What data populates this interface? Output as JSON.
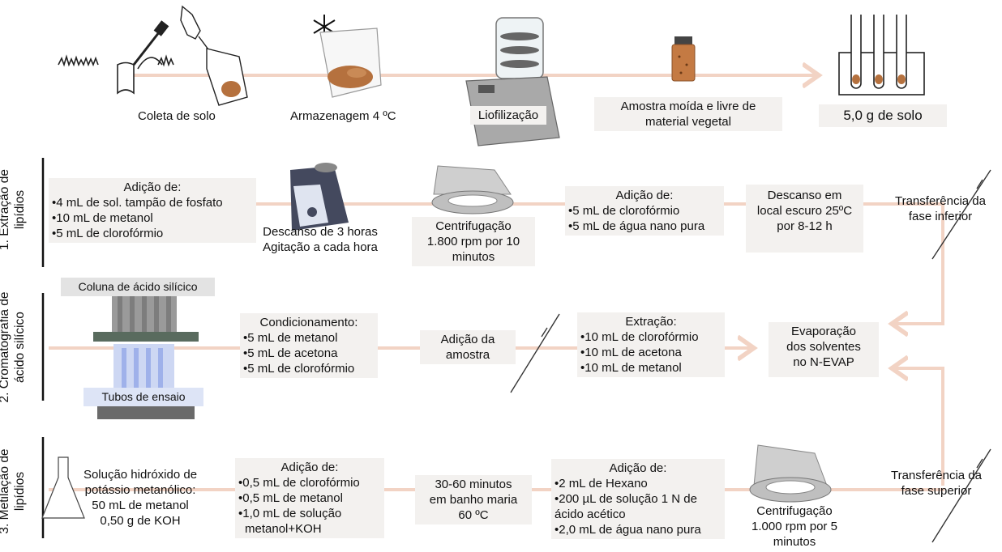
{
  "top_row": {
    "steps": [
      {
        "label": "Coleta de solo"
      },
      {
        "label": "Armazenagem 4 ºC"
      },
      {
        "label": "Liofilização"
      },
      {
        "lines": [
          "Amostra moída e livre de",
          "material vegetal"
        ]
      },
      {
        "label": "5,0 g de solo"
      }
    ]
  },
  "section1": {
    "title_lines": [
      "1. Extração de",
      "lipídios"
    ],
    "box_a": {
      "lines": [
        "Adição de:"
      ],
      "bullets": [
        "•4 mL de sol. tampão de fosfato",
        "•10 mL de metanol",
        "•5 mL de clorofórmio"
      ]
    },
    "box_b": {
      "lines": [
        "Descanso de 3 horas",
        "Agitação a cada hora"
      ]
    },
    "box_c": {
      "lines": [
        "Centrifugação",
        "1.800 rpm por 10",
        "minutos"
      ]
    },
    "box_d": {
      "lines": [
        "Adição de:"
      ],
      "bullets": [
        "•5 mL de clorofórmio",
        "•5 mL de água nano pura"
      ]
    },
    "box_e": {
      "lines": [
        "Descanso em",
        "local escuro 25ºC",
        "por 8-12 h"
      ]
    },
    "box_f": {
      "lines": [
        "Transferência da",
        "fase inferior"
      ]
    }
  },
  "section2": {
    "title_lines": [
      "2. Cromatografia de",
      "ácido silícico"
    ],
    "column_label": "Coluna de ácido silícico",
    "tubes_label": "Tubos de ensaio",
    "box_a": {
      "lines": [
        "Condicionamento:"
      ],
      "bullets": [
        "•5 mL de metanol",
        "•5 mL de acetona",
        "•5 mL de clorofórmio"
      ]
    },
    "box_b": {
      "lines": [
        "Adição da",
        "amostra"
      ]
    },
    "box_c": {
      "lines": [
        "Extração:"
      ],
      "bullets": [
        "•10 mL de clorofórmio",
        "•10 mL de acetona",
        "•10 mL de metanol"
      ]
    },
    "box_d": {
      "lines": [
        "Evaporação",
        "dos solventes",
        "no N-EVAP"
      ]
    }
  },
  "section3": {
    "title_lines": [
      "3. Metilação de",
      "lipídios"
    ],
    "box_a": {
      "lines": [
        "Solução hidróxido de",
        "potássio metanólico:",
        "50 mL de metanol",
        "0,50 g de KOH"
      ]
    },
    "box_b": {
      "lines": [
        "Adição de:"
      ],
      "bullets": [
        "•0,5 mL de clorofórmio",
        "•0,5 mL de metanol",
        "•1,0 mL de solução",
        "metanol+KOH"
      ]
    },
    "box_c": {
      "lines": [
        "30-60 minutos",
        "em banho maria",
        "60 ºC"
      ]
    },
    "box_d": {
      "lines": [
        "Adição de:"
      ],
      "bullets": [
        "•2 mL de Hexano",
        "•200 µL de solução 1 N de",
        "ácido acético",
        "•2,0 mL de água nano pura"
      ]
    },
    "box_e": {
      "lines": [
        "Centrifugação",
        "1.000 rpm por 5",
        "minutos"
      ]
    },
    "box_f": {
      "lines": [
        "Transferência da",
        "fase superior"
      ]
    }
  },
  "colors": {
    "flow_line": "#f2d3c4",
    "box_bg": "#f3f1ef",
    "instrument_gray": "#9a9a9a",
    "soil_brown": "#b5713e"
  },
  "icons": [
    "shovel-grass-icon",
    "gloved-hand-bag-icon",
    "snowflake-icon",
    "ziplock-bag-icon",
    "freeze-dryer-icon",
    "sample-jar-icon",
    "test-tube-rack-icon",
    "vortex-mixer-icon",
    "centrifuge-icon",
    "pipette-icon",
    "silicic-column-rack-icon",
    "erlenmeyer-flask-icon"
  ]
}
